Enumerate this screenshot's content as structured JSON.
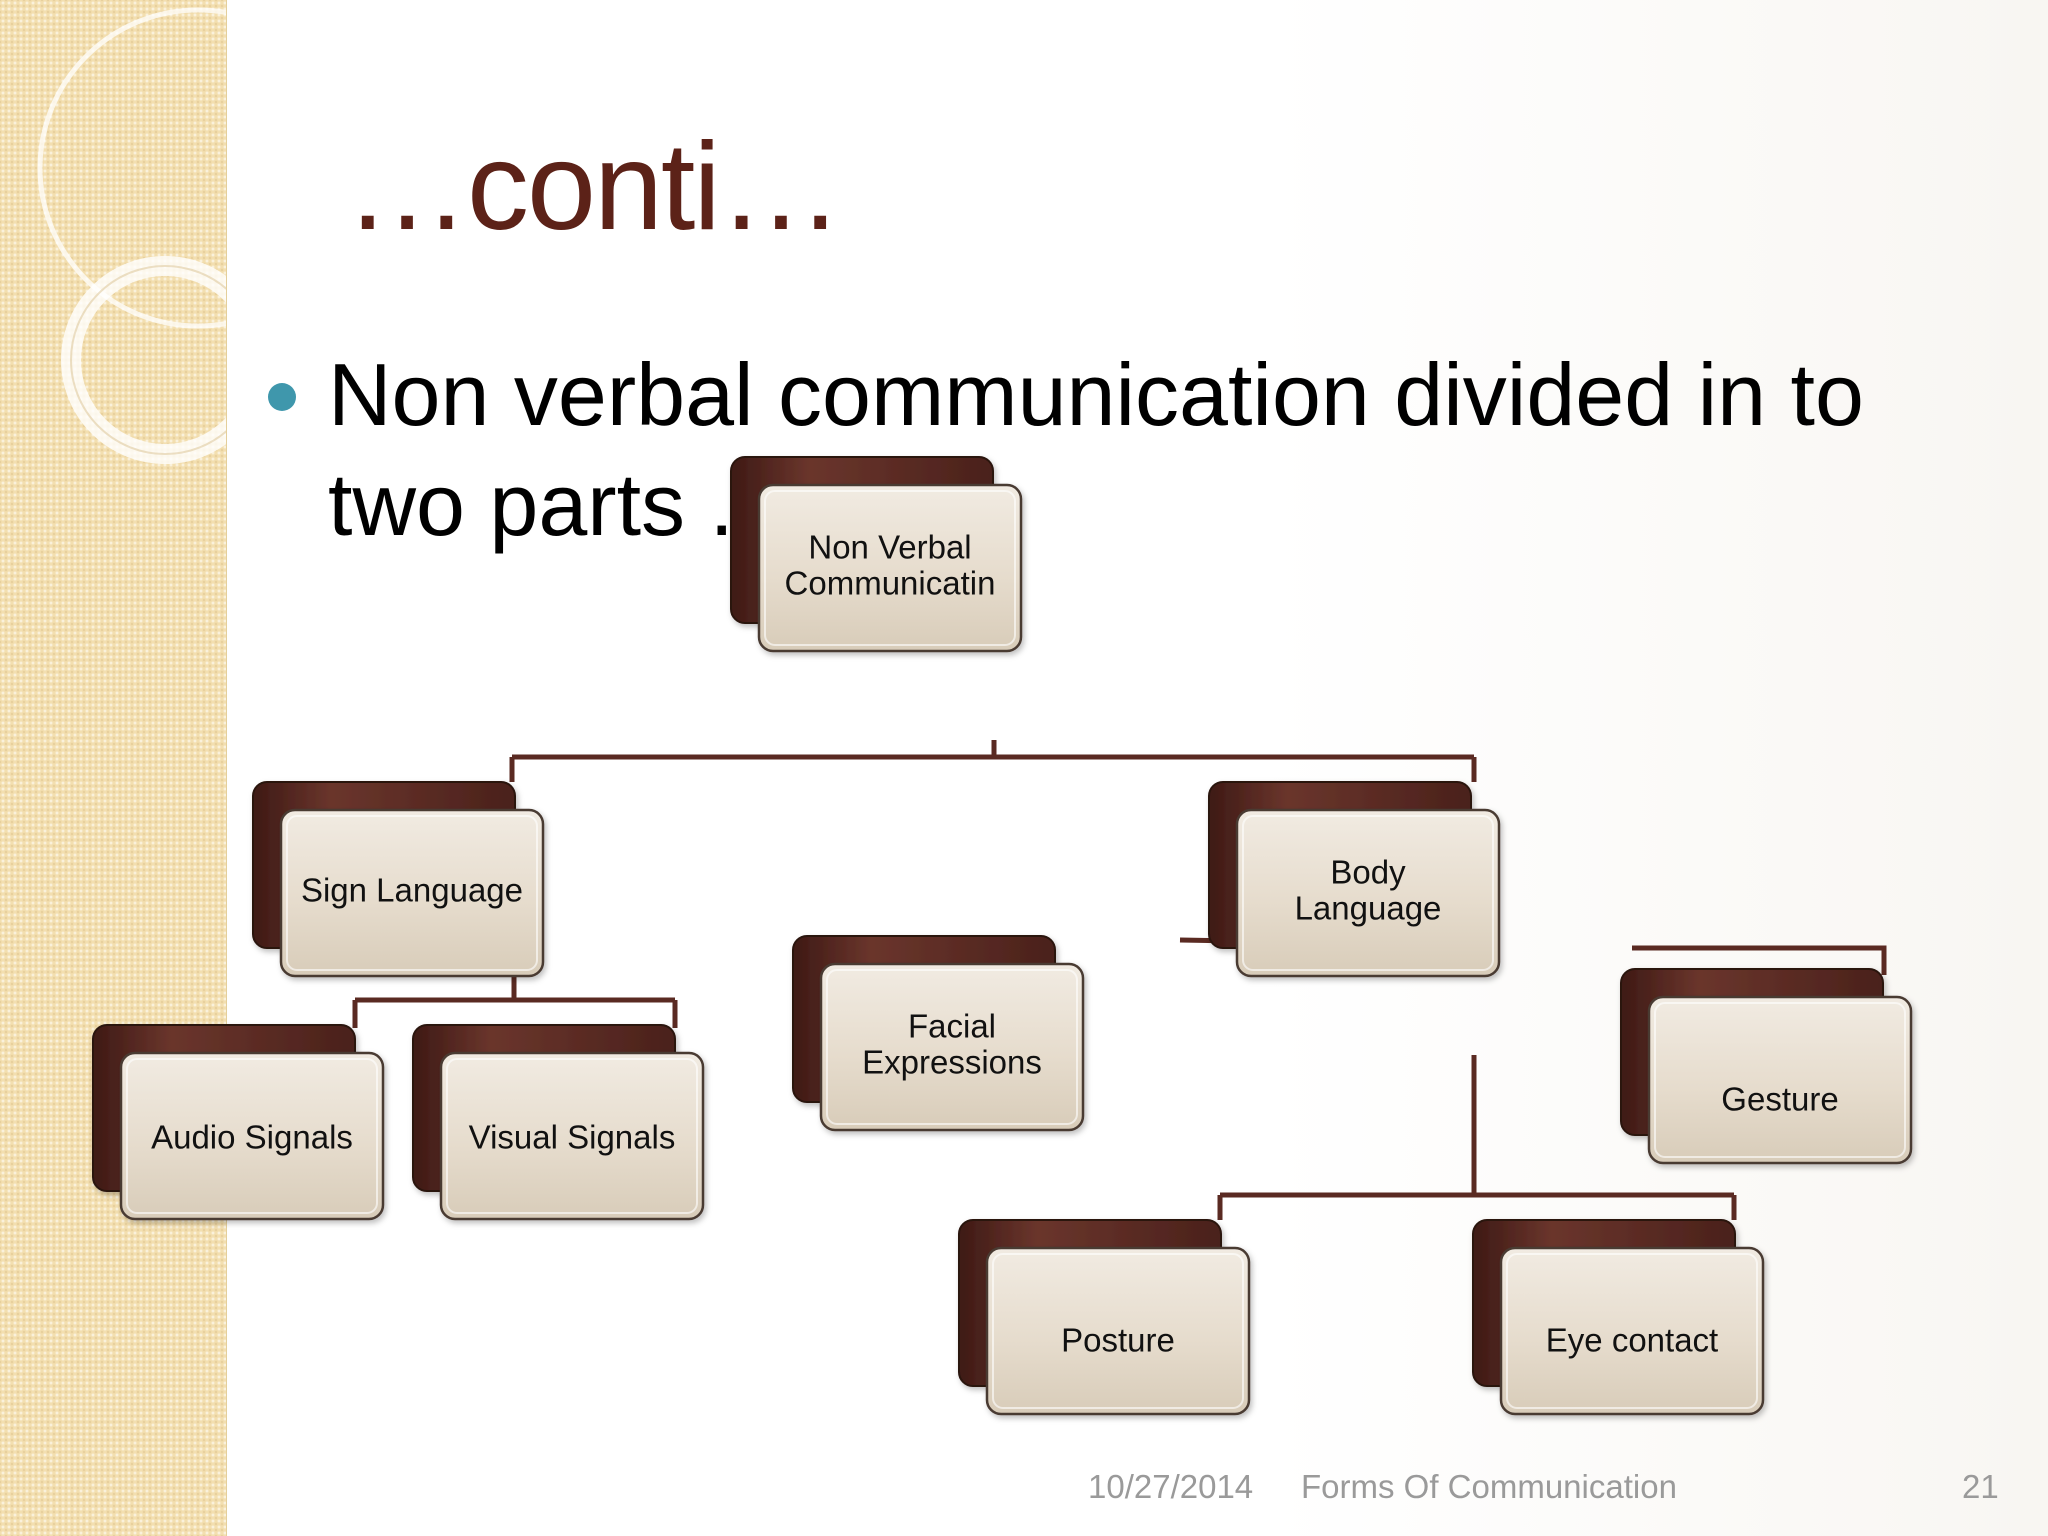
{
  "slide": {
    "title": "…conti…",
    "bullet": "Non verbal communication divided in to two parts ."
  },
  "diagram": {
    "nodes": [
      {
        "id": "nonverbal",
        "lines": [
          "Non Verbal",
          "Communicatin"
        ]
      },
      {
        "id": "sign",
        "lines": [
          "Sign Language"
        ]
      },
      {
        "id": "body",
        "lines": [
          "Body",
          "Language"
        ]
      },
      {
        "id": "audio",
        "lines": [
          "Audio Signals"
        ]
      },
      {
        "id": "visual",
        "lines": [
          "Visual Signals"
        ]
      },
      {
        "id": "facial",
        "lines": [
          "Facial",
          "Expressions"
        ]
      },
      {
        "id": "gesture",
        "lines": [
          "Gesture"
        ]
      },
      {
        "id": "posture",
        "lines": [
          "Posture"
        ]
      },
      {
        "id": "eye",
        "lines": [
          "Eye contact"
        ]
      }
    ],
    "edges": [
      [
        "nonverbal",
        "sign"
      ],
      [
        "nonverbal",
        "body"
      ],
      [
        "sign",
        "audio"
      ],
      [
        "sign",
        "visual"
      ],
      [
        "body",
        "facial"
      ],
      [
        "body",
        "gesture"
      ],
      [
        "body",
        "posture"
      ],
      [
        "body",
        "eye"
      ]
    ],
    "colors": {
      "back_panel": "#5a2a22",
      "front_panel": "#e6dccd",
      "connector": "#5a2a22"
    }
  },
  "footer": {
    "date": "10/27/2014",
    "title": "Forms Of Communication",
    "page": "21"
  },
  "colors": {
    "title": "#5c2218",
    "bullet_dot": "#3f97ac",
    "sidebar": "#f3dfb0"
  }
}
